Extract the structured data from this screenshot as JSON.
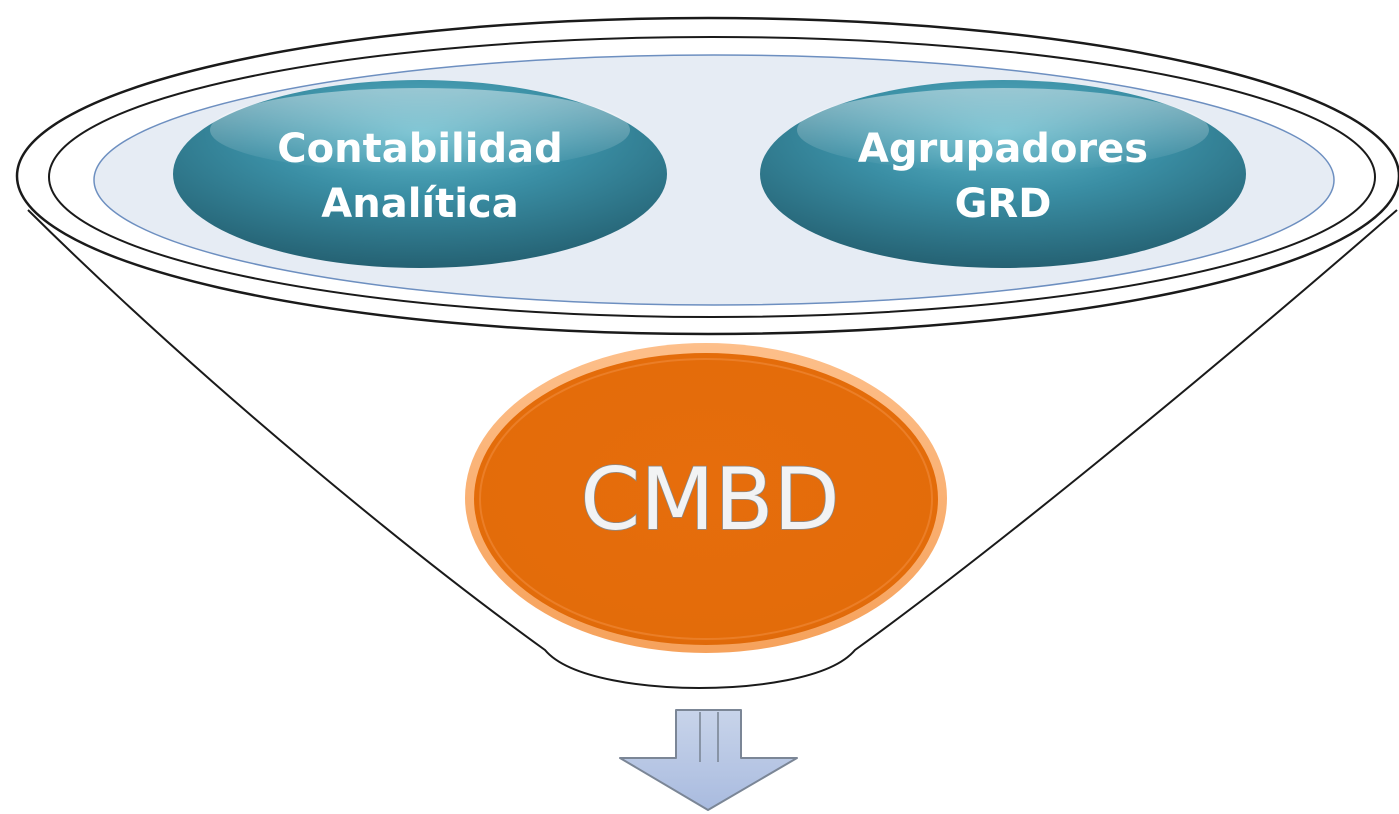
{
  "inputs": [
    {
      "line1": "Contabilidad",
      "line2": "Analítica"
    },
    {
      "line1": "Agrupadores",
      "line2": "GRD"
    }
  ],
  "output": {
    "label": "CMBD"
  },
  "colors": {
    "inputs_fill": "#2f7d93",
    "inputs_highlight": "#5fb7c9",
    "output_fill": "#e36c0a",
    "funnel_inner": "#e6ecf4",
    "funnel_stroke": "#1a1a1a",
    "arrow_fill": "#b7c7e4"
  },
  "icons": [
    "funnel-shape",
    "down-arrow-icon"
  ]
}
